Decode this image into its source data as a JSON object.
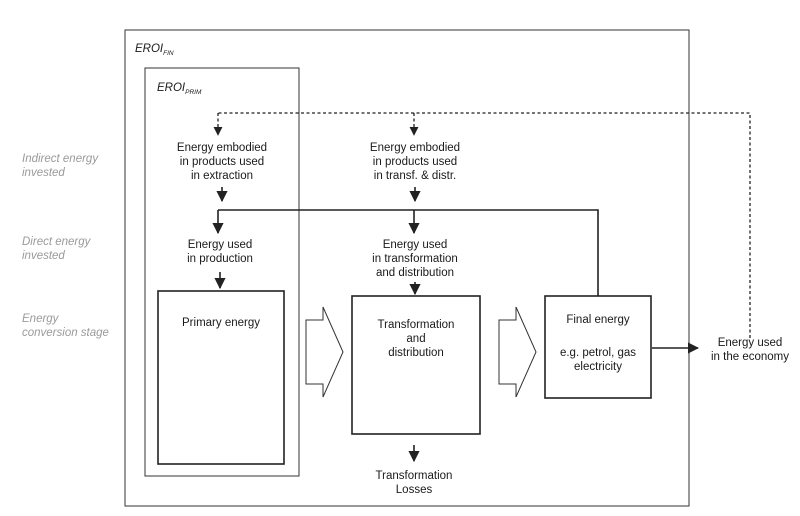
{
  "outer_label": {
    "main": "EROI",
    "sub": "FIN"
  },
  "inner_label": {
    "main": "EROI",
    "sub": "PRIM"
  },
  "side_labels": {
    "indirect": [
      "Indirect energy",
      "invested"
    ],
    "direct": [
      "Direct energy",
      "invested"
    ],
    "conversion": [
      "Energy",
      "conversion stage"
    ]
  },
  "indirect": {
    "extraction": [
      "Energy embodied",
      "in products used",
      "in extraction"
    ],
    "transf": [
      "Energy embodied",
      "in products used",
      "in transf. & distr."
    ]
  },
  "direct": {
    "production": [
      "Energy used",
      "in production"
    ],
    "transformation": [
      "Energy used",
      "in transformation",
      "and distribution"
    ]
  },
  "stages": {
    "primary": [
      "Primary energy"
    ],
    "transformation": [
      "Transformation",
      "and",
      "distribution"
    ],
    "final_title": [
      "Final energy"
    ],
    "final_examples": [
      "e.g. petrol, gas",
      "electricity"
    ]
  },
  "losses": [
    "Transformation",
    "Losses"
  ],
  "economy": [
    "Energy used",
    "in the economy"
  ]
}
